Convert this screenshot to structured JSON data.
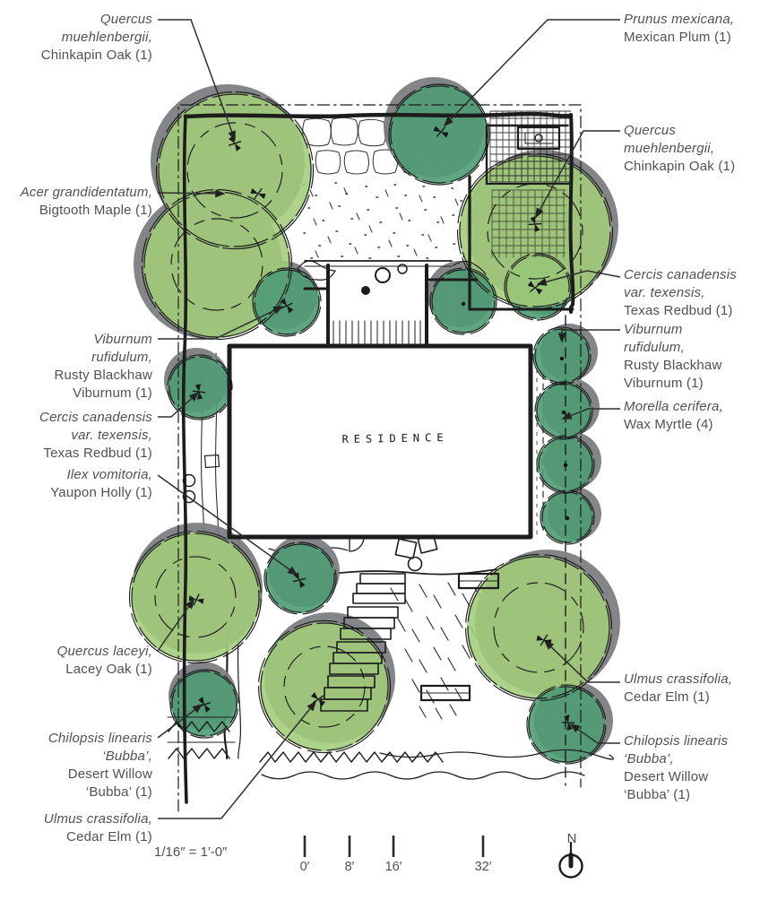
{
  "colors": {
    "canopy_light": "#a2cc79",
    "canopy_dark": "#4f9c74",
    "shadow_gray": "#7b7c80",
    "ink": "#1c1c1c",
    "label_text": "#4e5156"
  },
  "plan": {
    "residence_label": "RESIDENCE"
  },
  "labels": [
    {
      "lines": [
        "Quercus",
        "muehlenbergii,",
        "Chinkapin Oak (1)"
      ]
    },
    {
      "lines": [
        "Prunus mexicana,",
        "Mexican Plum (1)"
      ]
    },
    {
      "lines": [
        "Quercus",
        "muehlenbergii,",
        "Chinkapin Oak (1)"
      ]
    },
    {
      "lines": [
        "Acer grandidentatum,",
        "Bigtooth Maple (1)"
      ]
    },
    {
      "lines": [
        "Cercis canadensis",
        "var. texensis,",
        "Texas Redbud (1)"
      ]
    },
    {
      "lines": [
        "Viburnum",
        "rufidulum,",
        "Rusty Blackhaw",
        "Viburnum (1)"
      ]
    },
    {
      "lines": [
        "Viburnum",
        "rufidulum,",
        "Rusty Blackhaw",
        "Viburnum (1)"
      ]
    },
    {
      "lines": [
        "Morella cerifera,",
        "Wax Myrtle (4)"
      ]
    },
    {
      "lines": [
        "Cercis canadensis",
        "var. texensis,",
        "Texas Redbud (1)"
      ]
    },
    {
      "lines": [
        "Ilex vomitoria,",
        "Yaupon Holly (1)"
      ]
    },
    {
      "lines": [
        "Quercus laceyi,",
        "Lacey Oak (1)"
      ]
    },
    {
      "lines": [
        "Ulmus crassifolia,",
        "Cedar Elm (1)"
      ]
    },
    {
      "lines": [
        "Chilopsis linearis",
        "‘Bubba’,",
        "Desert Willow",
        "‘Bubba’ (1)"
      ]
    },
    {
      "lines": [
        "Chilopsis linearis",
        "‘Bubba’,",
        "Desert Willow",
        "‘Bubba’ (1)"
      ]
    },
    {
      "lines": [
        "Ulmus crassifolia,",
        "Cedar Elm (1)"
      ]
    }
  ],
  "scale": {
    "text": "1/16″ = 1′-0″",
    "ticks": [
      "0′",
      "8′",
      "16′",
      "32′"
    ]
  },
  "north": {
    "label": "N"
  }
}
